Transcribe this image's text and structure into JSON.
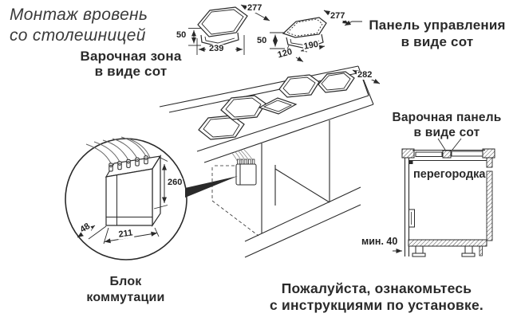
{
  "colors": {
    "ink": "#2a2a2a",
    "background": "#ffffff"
  },
  "header": {
    "title_line1": "Монтаж вровень",
    "title_line2": "со столешницей"
  },
  "labels": {
    "cooking_zone_line1": "Варочная зона",
    "cooking_zone_line2": "в виде сот",
    "control_panel_line1": "Панель управления",
    "control_panel_line2": "в виде сот",
    "hob_panel_line1": "Варочная панель",
    "hob_panel_line2": "в виде сот",
    "partition": "перегородка",
    "connection_block_line1": "Блок",
    "connection_block_line2": "коммутации"
  },
  "dimensions": {
    "zone_diagonal": "277",
    "zone_height": "50",
    "zone_width": "239",
    "panel_diagonal": "277",
    "panel_height": "50",
    "panel_depth": "120",
    "panel_width": "190",
    "worktop_depth": "282",
    "block_height": "260",
    "block_depth": "48",
    "block_width": "211",
    "min_gap": "мин. 40"
  },
  "footer": {
    "line1": "Пожалуйста, ознакомьтесь",
    "line2": "с инструкциями по установке."
  }
}
